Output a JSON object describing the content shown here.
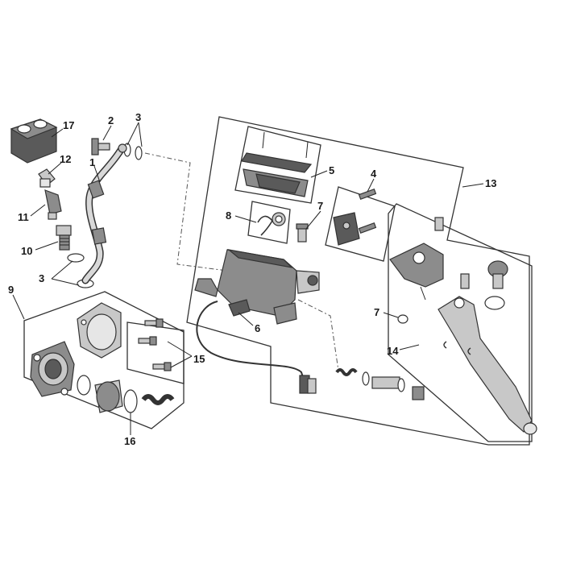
{
  "diagram": {
    "callouts": [
      {
        "id": "c17",
        "text": "17"
      },
      {
        "id": "c2",
        "text": "2"
      },
      {
        "id": "c3a",
        "text": "3"
      },
      {
        "id": "c12",
        "text": "12"
      },
      {
        "id": "c1",
        "text": "1"
      },
      {
        "id": "c11",
        "text": "11"
      },
      {
        "id": "c10",
        "text": "10"
      },
      {
        "id": "c3b",
        "text": "3"
      },
      {
        "id": "c9",
        "text": "9"
      },
      {
        "id": "c5",
        "text": "5"
      },
      {
        "id": "c4",
        "text": "4"
      },
      {
        "id": "c13",
        "text": "13"
      },
      {
        "id": "c8",
        "text": "8"
      },
      {
        "id": "c7a",
        "text": "7"
      },
      {
        "id": "c6",
        "text": "6"
      },
      {
        "id": "c7b",
        "text": "7"
      },
      {
        "id": "c14",
        "text": "14"
      },
      {
        "id": "c15",
        "text": "15"
      },
      {
        "id": "c16",
        "text": "16"
      }
    ]
  }
}
